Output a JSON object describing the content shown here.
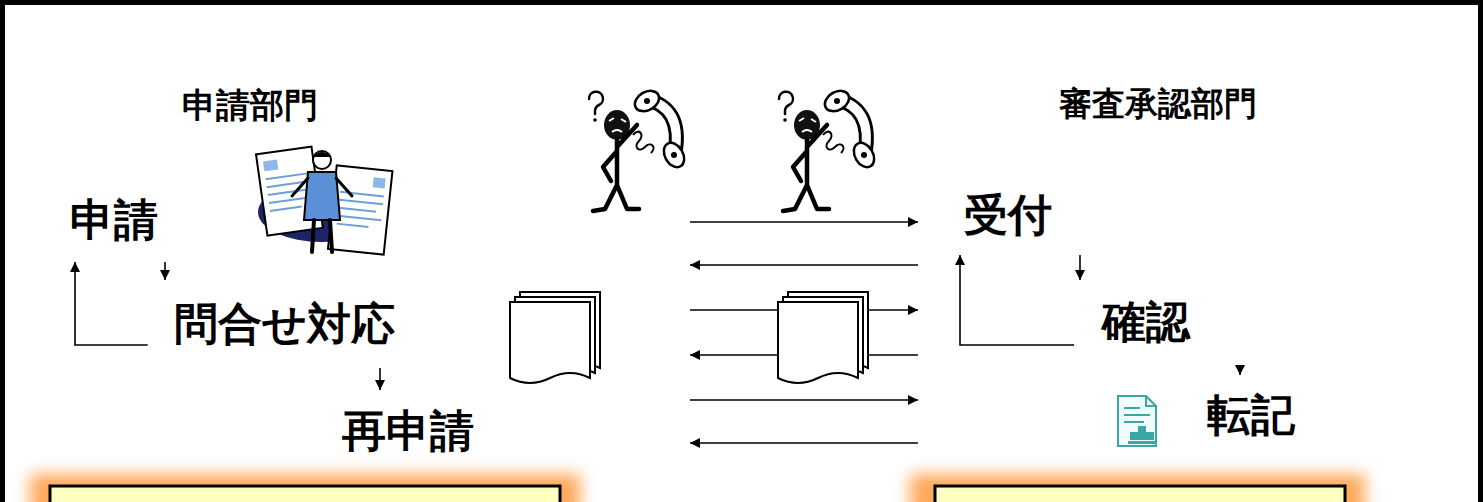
{
  "diagram": {
    "nodes": [
      {
        "text": [
          "申請部門"
        ]
      },
      {
        "text": [
          "申請"
        ],
        "in": 0
      },
      {
        "text": [
          "問合せ対応"
        ],
        "in": 0
      },
      {
        "text": [
          "再申請"
        ],
        "in": 0
      },
      {
        "text": [
          "審査承認部門"
        ]
      },
      {
        "text": [
          "受付"
        ],
        "in": 4
      },
      {
        "text": [
          "確認"
        ],
        "in": 4
      },
      {
        "text": [
          "転記"
        ],
        "in": 4
      }
    ],
    "edges": [
      {
        "from": 1,
        "to": 2,
        "arrow": "to"
      },
      {
        "from": 2,
        "to": 1,
        "arrow": "to"
      },
      {
        "from": 2,
        "to": 3,
        "arrow": "to"
      },
      {
        "from": 5,
        "to": 6,
        "arrow": "to"
      },
      {
        "from": 6,
        "to": 5,
        "arrow": "to"
      },
      {
        "from": 6,
        "to": 7,
        "arrow": "to"
      },
      {
        "from": 0,
        "to": 4,
        "arrow": "to"
      },
      {
        "from": 4,
        "to": 0,
        "arrow": "to"
      },
      {
        "from": 0,
        "to": 4,
        "arrow": "to"
      },
      {
        "from": 4,
        "to": 0,
        "arrow": "to"
      },
      {
        "from": 0,
        "to": 4,
        "arrow": "to"
      },
      {
        "from": 4,
        "to": 0,
        "arrow": "to"
      }
    ]
  }
}
